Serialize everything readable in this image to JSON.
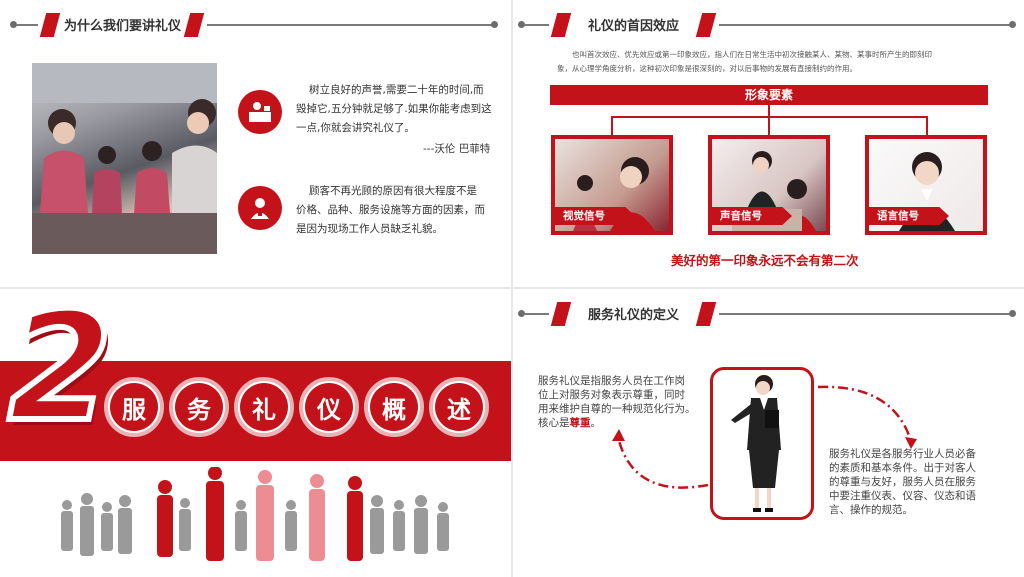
{
  "panel1": {
    "title": "为什么我们要讲礼仪",
    "quote_line1": "树立良好的声誉,需要二十年的时间,而",
    "quote_line2": "毁掉它,五分钟就足够了.如果你能考虑到这",
    "quote_line3": "一点,你就会讲究礼仪了。",
    "signature": "---沃伦 巴菲特",
    "para_line1": "顾客不再光顾的原因有很大程度不是",
    "para_line2": "价格、品种、服务设施等方面的因素，而",
    "para_line3": "是因为现场工作人员缺乏礼貌。"
  },
  "panel2": {
    "title": "礼仪的首因效应",
    "intro_line1": "也叫首次效应、优先效应或第一印象效应，指人们在日常生活中初次接触某人、某物、某事时所产生的即刻印",
    "intro_line2": "象，从心理学角度分析，这种初次印象是很深刻的，对以后事物的发展有直接制约的作用。",
    "banner": "形象要素",
    "cards": [
      "视觉信号",
      "声音信号",
      "语言信号"
    ],
    "slogan": "美好的第一印象永远不会有第二次"
  },
  "panel3": {
    "number": "2",
    "chars": [
      "服",
      "务",
      "礼",
      "仪",
      "概",
      "述"
    ]
  },
  "panel4": {
    "title": "服务礼仪的定义",
    "def1_line1": "服务礼仪是指服务人员在工作岗",
    "def1_line2": "位上对服务对象表示尊重，同时",
    "def1_line3": "用来维护自尊的一种规范化行为。",
    "def1_line4_pre": "核心是",
    "def1_line4_em": "尊重",
    "def1_line4_post": "。",
    "def2_line1": "服务礼仪是各服务行业人员必备",
    "def2_line2": "的素质和基本条件。出于对客人",
    "def2_line3": "的尊重与友好，服务人员在服务",
    "def2_line4": "中要注重仪表、仪容、仪态和语",
    "def2_line5": "言、操作的规范。"
  },
  "colors": {
    "accent": "#c4121b",
    "gray": "#7a7a7a"
  }
}
